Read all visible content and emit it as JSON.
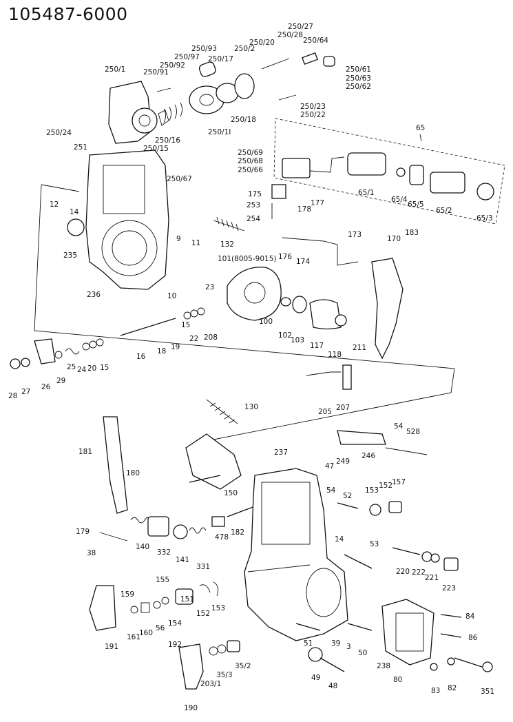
{
  "diagram_title": "105487-6000",
  "part_labels": [
    {
      "id": "250-27",
      "text": "250/27"
    },
    {
      "id": "250-28",
      "text": "250/28"
    },
    {
      "id": "250-20",
      "text": "250/20"
    },
    {
      "id": "250-64",
      "text": "250/64"
    },
    {
      "id": "250-93",
      "text": "250/93"
    },
    {
      "id": "250-2",
      "text": "250/2"
    },
    {
      "id": "250-97",
      "text": "250/97"
    },
    {
      "id": "250-17",
      "text": "250/17"
    },
    {
      "id": "250-92",
      "text": "250/92"
    },
    {
      "id": "250-61",
      "text": "250/61"
    },
    {
      "id": "250-91",
      "text": "250/91"
    },
    {
      "id": "250-63",
      "text": "250/63"
    },
    {
      "id": "250-1",
      "text": "250/1"
    },
    {
      "id": "250-62",
      "text": "250/62"
    },
    {
      "id": "250-23",
      "text": "250/23"
    },
    {
      "id": "250-22",
      "text": "250/22"
    },
    {
      "id": "250-18",
      "text": "250/18"
    },
    {
      "id": "250-11",
      "text": "250/1I"
    },
    {
      "id": "250-24",
      "text": "250/24"
    },
    {
      "id": "250-16",
      "text": "250/16"
    },
    {
      "id": "250-15",
      "text": "250/15"
    },
    {
      "id": "251",
      "text": "251"
    },
    {
      "id": "65",
      "text": "65"
    },
    {
      "id": "250-69",
      "text": "250/69"
    },
    {
      "id": "250-68",
      "text": "250/68"
    },
    {
      "id": "250-66",
      "text": "250/66"
    },
    {
      "id": "250-67",
      "text": "250/67"
    },
    {
      "id": "65-1",
      "text": "65/1"
    },
    {
      "id": "65-4",
      "text": "65/4"
    },
    {
      "id": "65-5",
      "text": "65/5"
    },
    {
      "id": "65-2",
      "text": "65/2"
    },
    {
      "id": "65-3",
      "text": "65/3"
    },
    {
      "id": "175",
      "text": "175"
    },
    {
      "id": "253",
      "text": "253"
    },
    {
      "id": "254",
      "text": "254"
    },
    {
      "id": "178",
      "text": "178"
    },
    {
      "id": "177",
      "text": "177"
    },
    {
      "id": "12",
      "text": "12"
    },
    {
      "id": "14a",
      "text": "14"
    },
    {
      "id": "9",
      "text": "9"
    },
    {
      "id": "11",
      "text": "11"
    },
    {
      "id": "132",
      "text": "132"
    },
    {
      "id": "176",
      "text": "176"
    },
    {
      "id": "174",
      "text": "174"
    },
    {
      "id": "173",
      "text": "173"
    },
    {
      "id": "170",
      "text": "170"
    },
    {
      "id": "183",
      "text": "183"
    },
    {
      "id": "235",
      "text": "235"
    },
    {
      "id": "101",
      "text": "101(8005-9015)"
    },
    {
      "id": "10",
      "text": "10"
    },
    {
      "id": "236",
      "text": "236"
    },
    {
      "id": "23",
      "text": "23"
    },
    {
      "id": "100",
      "text": "100"
    },
    {
      "id": "102",
      "text": "102"
    },
    {
      "id": "103",
      "text": "103"
    },
    {
      "id": "117",
      "text": "117"
    },
    {
      "id": "118",
      "text": "118"
    },
    {
      "id": "211",
      "text": "211"
    },
    {
      "id": "15a",
      "text": "15"
    },
    {
      "id": "22",
      "text": "22"
    },
    {
      "id": "208",
      "text": "208"
    },
    {
      "id": "19",
      "text": "19"
    },
    {
      "id": "18",
      "text": "18"
    },
    {
      "id": "16",
      "text": "16"
    },
    {
      "id": "25",
      "text": "25"
    },
    {
      "id": "24",
      "text": "24"
    },
    {
      "id": "20",
      "text": "20"
    },
    {
      "id": "15b",
      "text": "15"
    },
    {
      "id": "29",
      "text": "29"
    },
    {
      "id": "26",
      "text": "26"
    },
    {
      "id": "28",
      "text": "28"
    },
    {
      "id": "27",
      "text": "27"
    },
    {
      "id": "205",
      "text": "205"
    },
    {
      "id": "207",
      "text": "207"
    },
    {
      "id": "130",
      "text": "130"
    },
    {
      "id": "54a",
      "text": "54"
    },
    {
      "id": "528",
      "text": "528"
    },
    {
      "id": "181",
      "text": "181"
    },
    {
      "id": "237",
      "text": "237"
    },
    {
      "id": "246",
      "text": "246"
    },
    {
      "id": "249",
      "text": "249"
    },
    {
      "id": "47",
      "text": "47"
    },
    {
      "id": "180",
      "text": "180"
    },
    {
      "id": "150",
      "text": "150"
    },
    {
      "id": "54b",
      "text": "54"
    },
    {
      "id": "52",
      "text": "52"
    },
    {
      "id": "153a",
      "text": "153"
    },
    {
      "id": "152a",
      "text": "152"
    },
    {
      "id": "157",
      "text": "157"
    },
    {
      "id": "179",
      "text": "179"
    },
    {
      "id": "38",
      "text": "38"
    },
    {
      "id": "140",
      "text": "140"
    },
    {
      "id": "332",
      "text": "332"
    },
    {
      "id": "478",
      "text": "478"
    },
    {
      "id": "182",
      "text": "182"
    },
    {
      "id": "14b",
      "text": "14"
    },
    {
      "id": "53",
      "text": "53"
    },
    {
      "id": "141",
      "text": "141"
    },
    {
      "id": "331",
      "text": "331"
    },
    {
      "id": "220",
      "text": "220"
    },
    {
      "id": "222",
      "text": "222"
    },
    {
      "id": "221",
      "text": "221"
    },
    {
      "id": "223",
      "text": "223"
    },
    {
      "id": "155",
      "text": "155"
    },
    {
      "id": "159",
      "text": "159"
    },
    {
      "id": "151",
      "text": "151"
    },
    {
      "id": "152b",
      "text": "152"
    },
    {
      "id": "153b",
      "text": "153"
    },
    {
      "id": "161",
      "text": "161"
    },
    {
      "id": "160",
      "text": "160"
    },
    {
      "id": "56",
      "text": "56"
    },
    {
      "id": "154",
      "text": "154"
    },
    {
      "id": "191",
      "text": "191"
    },
    {
      "id": "84",
      "text": "84"
    },
    {
      "id": "86",
      "text": "86"
    },
    {
      "id": "51",
      "text": "51"
    },
    {
      "id": "39",
      "text": "39"
    },
    {
      "id": "3",
      "text": "3"
    },
    {
      "id": "50",
      "text": "50"
    },
    {
      "id": "192",
      "text": "192"
    },
    {
      "id": "35-3",
      "text": "35/3"
    },
    {
      "id": "35-2",
      "text": "35/2"
    },
    {
      "id": "238",
      "text": "238"
    },
    {
      "id": "80",
      "text": "80"
    },
    {
      "id": "203-1",
      "text": "203/1"
    },
    {
      "id": "49",
      "text": "49"
    },
    {
      "id": "48",
      "text": "48"
    },
    {
      "id": "83",
      "text": "83"
    },
    {
      "id": "82",
      "text": "82"
    },
    {
      "id": "351",
      "text": "351"
    },
    {
      "id": "190",
      "text": "190"
    }
  ]
}
